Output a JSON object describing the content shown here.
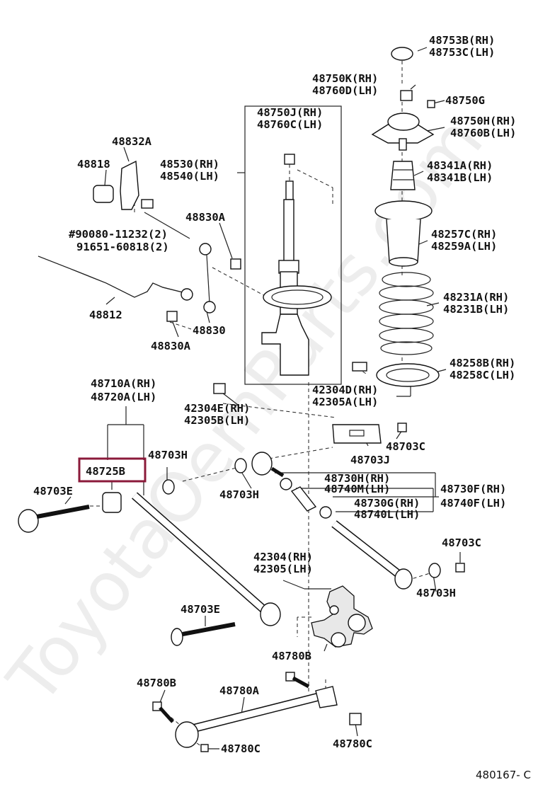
{
  "watermark": "ToyotaOemParts.com",
  "diagram_code": "480167- C",
  "highlight_color": "#8b1a3a",
  "labels": {
    "l48753b": "48753B(RH)",
    "l48753c": "48753C(LH)",
    "l48750k": "48750K(RH)",
    "l48760d": "48760D(LH)",
    "l48750g": "48750G",
    "l48750j": "48750J(RH)",
    "l48760c": "48760C(LH)",
    "l48750h": "48750H(RH)",
    "l48760b": "48760B(LH)",
    "l48832a": "48832A",
    "l48818": "48818",
    "l48530": "48530(RH)",
    "l48540": "48540(LH)",
    "l48341a": "48341A(RH)",
    "l48341b": "48341B(LH)",
    "l48830a_top": "48830A",
    "l90080": "#90080-11232(2)",
    "l91651": "91651-60818(2)",
    "l48257c": "48257C(RH)",
    "l48259a": "48259A(LH)",
    "l48231a": "48231A(RH)",
    "l48231b": "48231B(LH)",
    "l48812": "48812",
    "l48830": "48830",
    "l48830a_bot": "48830A",
    "l48258b": "48258B(RH)",
    "l48258c": "48258C(LH)",
    "l48710a": "48710A(RH)",
    "l48720a": "48720A(LH)",
    "l42304d": "42304D(RH)",
    "l42305a": "42305A(LH)",
    "l42304e": "42304E(RH)",
    "l42305b": "42305B(LH)",
    "l48703j": "48703J",
    "l48703c_1": "48703C",
    "l48703h_1": "48703H",
    "l48725b": "48725B",
    "l48730h": "48730H(RH)",
    "l48740m": "48740M(LH)",
    "l48730f": "48730F(RH)",
    "l48740f": "48740F(LH)",
    "l48703e_1": "48703E",
    "l48703h_2": "48703H",
    "l48730g": "48730G(RH)",
    "l48740l": "48740L(LH)",
    "l48703c_2": "48703C",
    "l42304": "42304(RH)",
    "l42305": "42305(LH)",
    "l48703h_3": "48703H",
    "l48703e_2": "48703E",
    "l48780b_1": "48780B",
    "l48780b_2": "48780B",
    "l48780a": "48780A",
    "l48780c_1": "48780C",
    "l48780c_2": "48780C"
  }
}
